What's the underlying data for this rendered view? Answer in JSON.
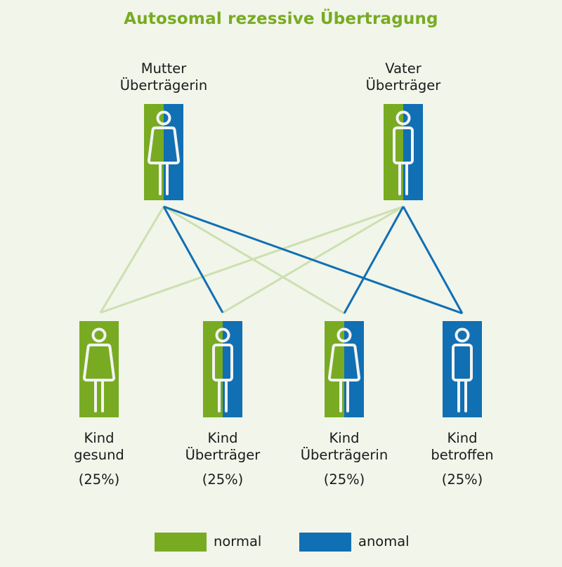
{
  "title": "Autosomal rezessive Übertragung",
  "colors": {
    "normal": "#78ab22",
    "anomal": "#116fb3",
    "line_normal": "#cde0b0",
    "line_anomal": "#116fb3",
    "figure_stroke": "#f3f3f3"
  },
  "parents": [
    {
      "id": "mother",
      "line1": "Mutter",
      "line2": "Überträgerin",
      "sex": "female",
      "genotype": "carrier"
    },
    {
      "id": "father",
      "line1": "Vater",
      "line2": "Überträger",
      "sex": "male",
      "genotype": "carrier"
    }
  ],
  "children": [
    {
      "line1": "Kind",
      "line2": "gesund",
      "probability": "(25%)",
      "sex": "female",
      "genotype": "normal"
    },
    {
      "line1": "Kind",
      "line2": "Überträger",
      "probability": "(25%)",
      "sex": "male",
      "genotype": "carrier"
    },
    {
      "line1": "Kind",
      "line2": "Überträgerin",
      "probability": "(25%)",
      "sex": "female",
      "genotype": "carrier"
    },
    {
      "line1": "Kind",
      "line2": "betroffen",
      "probability": "(25%)",
      "sex": "male",
      "genotype": "affected"
    }
  ],
  "connections": [
    {
      "from": "mother",
      "to": 0,
      "allele": "normal"
    },
    {
      "from": "mother",
      "to": 1,
      "allele": "anomal"
    },
    {
      "from": "mother",
      "to": 2,
      "allele": "normal"
    },
    {
      "from": "mother",
      "to": 3,
      "allele": "anomal"
    },
    {
      "from": "father",
      "to": 0,
      "allele": "normal"
    },
    {
      "from": "father",
      "to": 1,
      "allele": "normal"
    },
    {
      "from": "father",
      "to": 2,
      "allele": "anomal"
    },
    {
      "from": "father",
      "to": 3,
      "allele": "anomal"
    }
  ],
  "legend": [
    {
      "key": "normal",
      "label": "normal"
    },
    {
      "key": "anomal",
      "label": "anomal"
    }
  ]
}
